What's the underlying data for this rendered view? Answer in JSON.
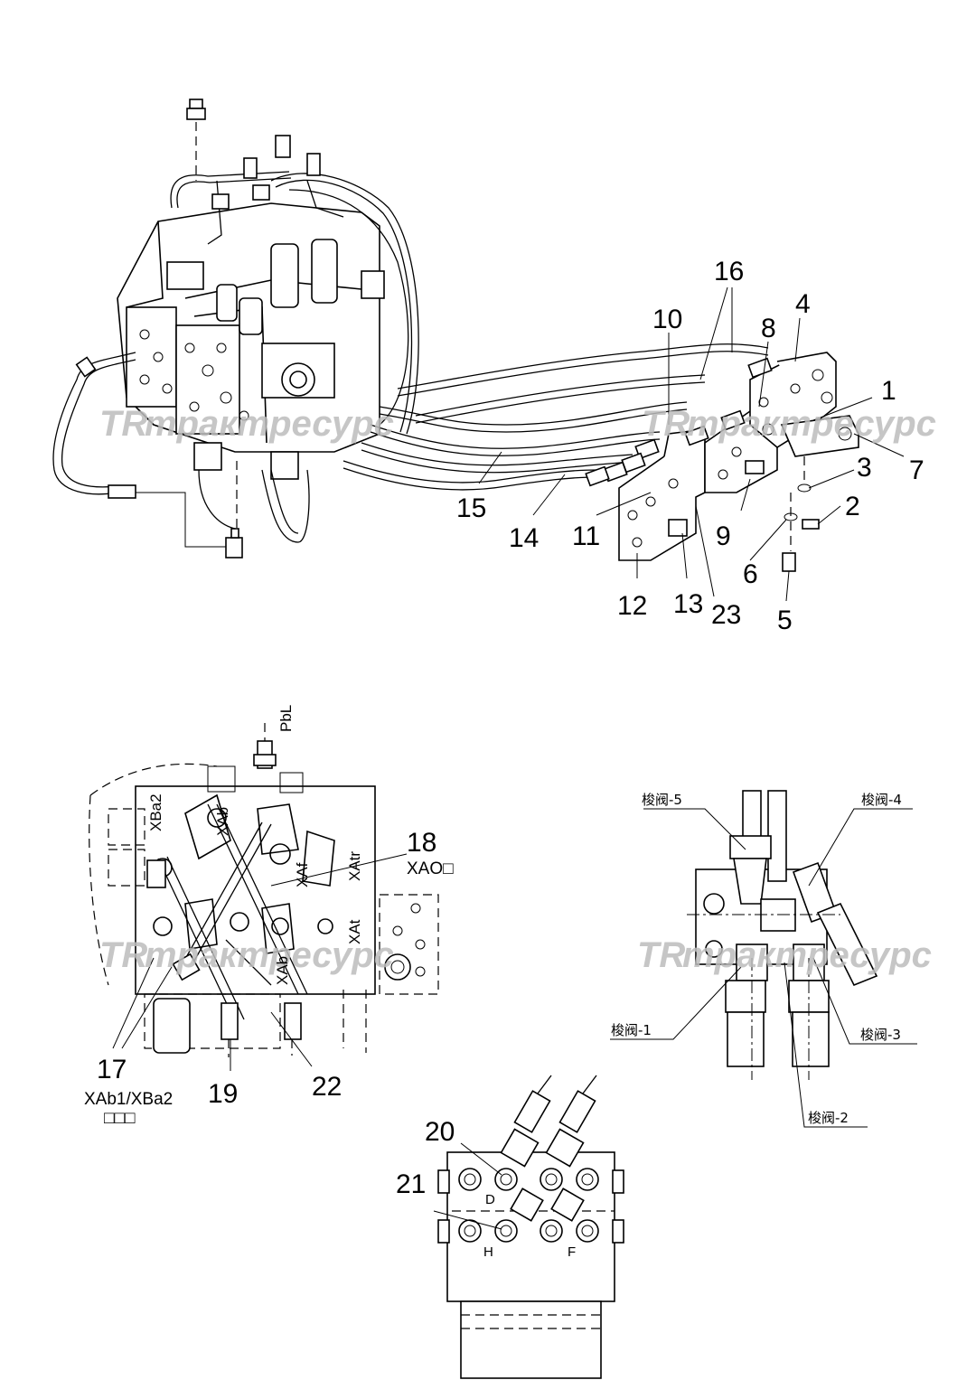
{
  "callouts": {
    "c1": "1",
    "c2": "2",
    "c3": "3",
    "c4": "4",
    "c5": "5",
    "c6": "6",
    "c7": "7",
    "c8": "8",
    "c9": "9",
    "c10": "10",
    "c11": "11",
    "c12": "12",
    "c13": "13",
    "c14": "14",
    "c15": "15",
    "c16": "16",
    "c17": "17",
    "c18": "18",
    "c19": "19",
    "c20": "20",
    "c21": "21",
    "c22": "22",
    "c23": "23"
  },
  "sublabels": {
    "xao": "XAO□",
    "xab_xba": "XAb1/XBa2",
    "boxes": "□□□"
  },
  "ports": {
    "pbl": "PbL",
    "xba2": "XBa2",
    "xab": "XAb",
    "xatr": "XAtr",
    "xat": "XAt",
    "xaf": "XAf",
    "xab2": "XAb"
  },
  "shuttle_labels": {
    "v1": "梭阀-1",
    "v2": "梭阀-2",
    "v3": "梭阀-3",
    "v4": "梭阀-4",
    "v5": "梭阀-5"
  },
  "block_letters": {
    "d": "D",
    "h": "H",
    "f": "F"
  },
  "watermark": {
    "logo": "TR",
    "text": "трактресурс"
  },
  "colors": {
    "line": "#000000",
    "watermark": "#bdbdbd",
    "background": "#ffffff"
  }
}
